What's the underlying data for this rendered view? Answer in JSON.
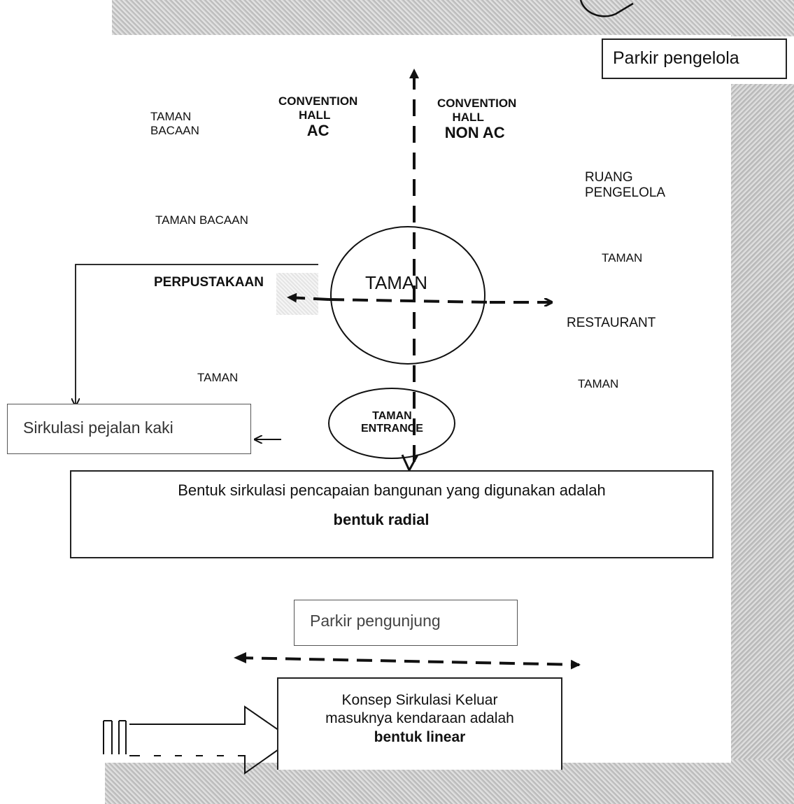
{
  "labels": {
    "parkir_pengelola": "Parkir pengelola",
    "taman_bacaan_top": "TAMAN\nBACAAN",
    "convention_hall_ac": [
      "CONVENTION",
      "HALL",
      "AC"
    ],
    "convention_hall_non_ac": [
      "CONVENTION",
      "HALL",
      "NON AC"
    ],
    "ruang_pengelola": "RUANG\nPENGELOLA",
    "taman_bacaan_mid": "TAMAN BACAAN",
    "perpustakaan": "PERPUSTAKAAN",
    "taman_center": "TAMAN",
    "taman_right_top": "TAMAN",
    "restaurant": "RESTAURANT",
    "taman_left": "TAMAN",
    "taman_right_bottom": "TAMAN",
    "taman_entrance": "TAMAN\nENTRANCE",
    "sirkulasi_pejalan_kaki": "Sirkulasi pejalan kaki",
    "parkir_pengunjung": "Parkir pengunjung"
  },
  "notes": {
    "radial_line1": "Bentuk sirkulasi pencapaian bangunan yang digunakan adalah",
    "radial_line2": "bentuk radial",
    "linear_line1": "Konsep Sirkulasi Keluar",
    "linear_line2": "masuknya kendaraan adalah",
    "linear_line3": "bentuk linear"
  }
}
